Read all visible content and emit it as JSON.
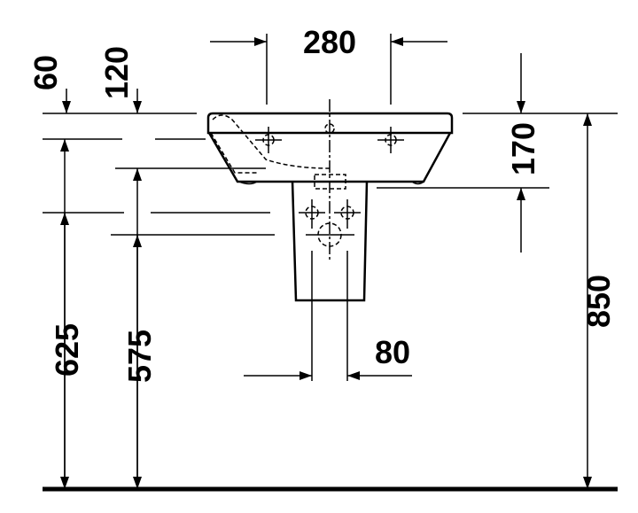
{
  "drawing": {
    "title": "Washbasin with pedestal – dimension drawing",
    "dimensions": {
      "faucet_hole_spacing": "280",
      "rim_to_faucet": "60",
      "rim_to_overflow": "120",
      "basin_depth": "170",
      "height_625": "625",
      "height_575": "575",
      "rim_height": "850",
      "pedestal_width": "80"
    }
  }
}
